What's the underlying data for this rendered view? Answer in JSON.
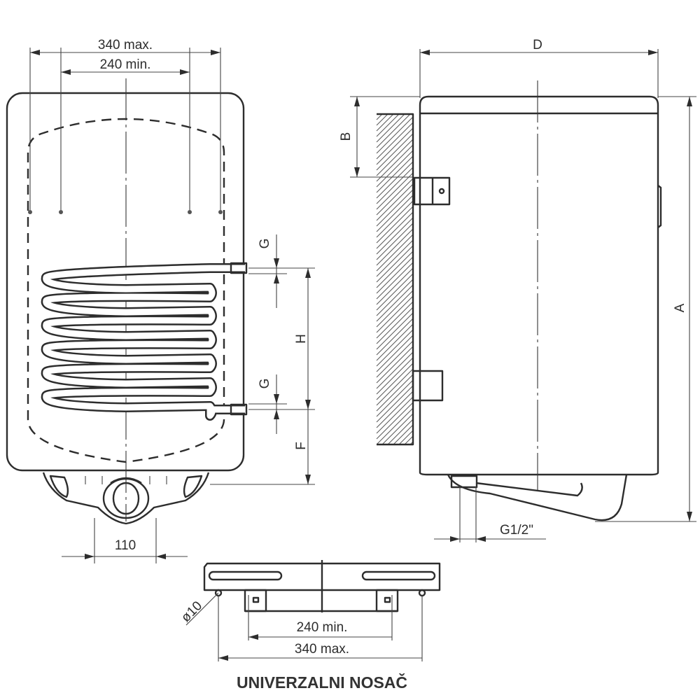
{
  "front_view": {
    "dim_outer_holes": "340 max.",
    "dim_inner_holes": "240 min.",
    "dim_coil_pipe_top": "G",
    "dim_coil_spacing": "H",
    "dim_coil_pipe_bottom": "G",
    "dim_bottom_offset": "F",
    "dim_pipe_spacing": "110"
  },
  "side_view": {
    "dim_depth": "D",
    "dim_bracket_offset": "B",
    "dim_height": "A",
    "dim_connection": "G1/2\""
  },
  "bracket_view": {
    "dim_hole": "ø10",
    "dim_inner": "240 min.",
    "dim_outer": "340 max.",
    "title": "UNIVERZALNI NOSAČ"
  },
  "colors": {
    "line": "#2d2d2d",
    "background": "#ffffff"
  }
}
